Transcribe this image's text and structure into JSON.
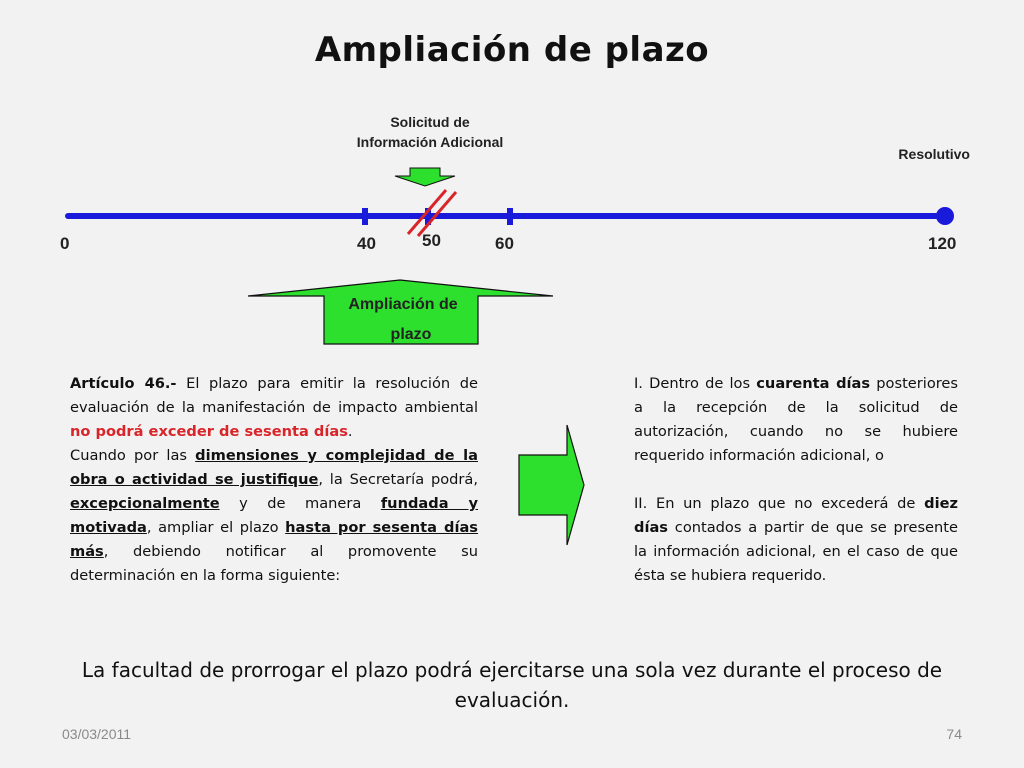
{
  "title": "Ampliación de plazo",
  "timeline": {
    "solicitud_label_1": "Solicitud de",
    "solicitud_label_2": "Información Adicional",
    "resolutivo_label": "Resolutivo",
    "ticks": [
      "0",
      "40",
      "50",
      "60",
      "120"
    ],
    "ampliacion_label_1": "Ampliación de",
    "ampliacion_label_2": "plazo"
  },
  "colors": {
    "timeline": "#1a1adb",
    "arrow_green": "#2ee02e",
    "cross_red": "#d9252a",
    "highlight_red": "#d9252a"
  },
  "left_text": {
    "article": "Artículo 46.-",
    "p1": " El plazo para emitir la resolución de evaluación de la manifestación de impacto ambiental ",
    "p1_red": "no podrá exceder de sesenta días",
    "p1_end": ".",
    "p2_a": "Cuando por las ",
    "p2_b": "dimensiones y complejidad de la obra o actividad se justifique",
    "p2_c": ", la Secretaría podrá, ",
    "p2_d": "excepcionalmente",
    "p2_e": " y de manera ",
    "p2_f": "fundada y motivada",
    "p2_g": ", ampliar el plazo ",
    "p2_h": "hasta por sesenta días más",
    "p2_i": ", debiendo notificar al promovente su determinación en la forma siguiente:"
  },
  "right_text": {
    "i_a": "I. Dentro de los ",
    "i_b": "cuarenta días",
    "i_c": " posteriores a la recepción de la solicitud de autorización, cuando no se hubiere requerido información adicional, o",
    "ii_a": "II. En un plazo que no excederá de ",
    "ii_b": "diez días",
    "ii_c": " contados a partir de que se presente la información adicional, en el caso de que ésta se hubiera requerido."
  },
  "footer_note": "La facultad de prorrogar el plazo podrá ejercitarse una sola vez durante el proceso de evaluación.",
  "date": "03/03/2011",
  "page_number": "74"
}
